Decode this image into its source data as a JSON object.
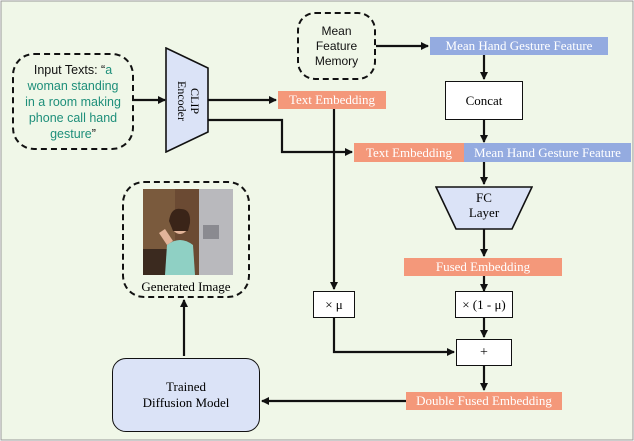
{
  "colors": {
    "background": "#f0f7e8",
    "accent_orange": "#f4987a",
    "accent_blue": "#94abe0",
    "node_fill": "#dbe3f7",
    "text_green": "#1e8f7a"
  },
  "input_texts": {
    "prefix": "Input Texts: “",
    "quote_line1": "a",
    "quote_line2": "woman standing",
    "quote_line3": "in a room making",
    "quote_line4": "phone call hand",
    "quote_line5": "gesture",
    "closing": "”"
  },
  "clip_encoder": {
    "line1": "CLIP",
    "line2": "Encoder"
  },
  "mean_feature_memory": {
    "line1": "Mean",
    "line2": "Feature",
    "line3": "Memory"
  },
  "mean_hand_gesture_feature_top": "Mean Hand Gesture Feature",
  "concat": "Concat",
  "text_embedding_top": "Text Embedding",
  "text_embedding_concat": "Text Embedding",
  "mean_hand_gesture_feature_concat": "Mean Hand Gesture Feature",
  "fc_layer": {
    "line1": "FC",
    "line2": "Layer"
  },
  "fused_embedding": "Fused Embedding",
  "mul_mu": "× μ",
  "mul_one_minus_mu": "× (1 - μ)",
  "plus": "+",
  "double_fused_embedding": "Double Fused Embedding",
  "trained_diffusion_model": {
    "line1": "Trained",
    "line2": "Diffusion Model"
  },
  "generated_image": {
    "caption": "Generated Image",
    "icon": "photo-woman-phone-icon"
  }
}
